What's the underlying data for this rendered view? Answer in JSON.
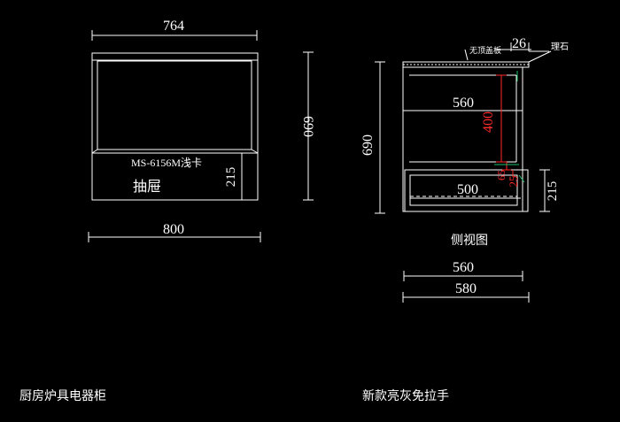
{
  "front_view": {
    "top_width": "764",
    "bottom_width": "800",
    "height": "690",
    "drawer_height": "215",
    "model": "MS-6156M浅卡",
    "drawer_label": "抽屉"
  },
  "side_view": {
    "top_annotation": "无顶盖板",
    "top_dim": "26",
    "stone_label": "理石",
    "inner_depth": "560",
    "height": "690",
    "cavity_height": "400",
    "gap_a": "65",
    "gap_b": "25",
    "drawer_depth": "500",
    "drawer_height": "215",
    "title": "侧视图",
    "bottom_width_inner": "560",
    "bottom_width_outer": "580"
  },
  "captions": {
    "left": "厨房炉具电器柜",
    "right": "新款亮灰免拉手"
  },
  "colors": {
    "background": "#000000",
    "lines": "#ffffff",
    "dimension_red": "#ff2a2a",
    "accent_green": "#19c06a"
  }
}
